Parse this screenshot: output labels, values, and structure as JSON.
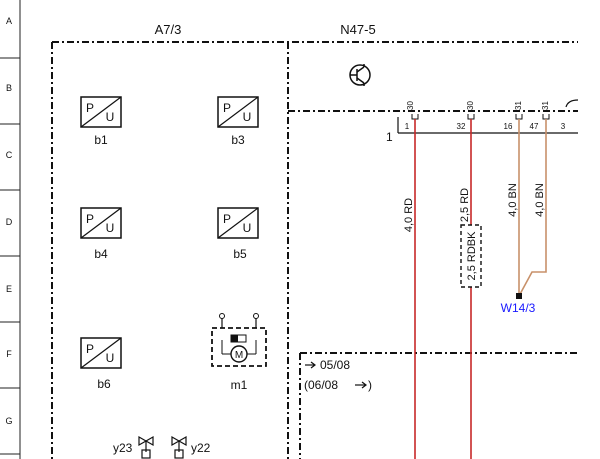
{
  "rows": [
    "A",
    "B",
    "C",
    "D",
    "E",
    "F",
    "G"
  ],
  "modules": {
    "left": "A7/3",
    "right": "N47-5"
  },
  "sensors": [
    {
      "id": "b1",
      "p": "P",
      "u": "U"
    },
    {
      "id": "b3",
      "p": "P",
      "u": "U"
    },
    {
      "id": "b4",
      "p": "P",
      "u": "U"
    },
    {
      "id": "b5",
      "p": "P",
      "u": "U"
    },
    {
      "id": "b6",
      "p": "P",
      "u": "U"
    }
  ],
  "motor": {
    "id": "m1",
    "symbol": "M"
  },
  "valves": {
    "left": "y23",
    "right": "y22"
  },
  "connector": {
    "number": "1",
    "terminals": [
      "30",
      "30",
      "31",
      "31"
    ],
    "pins": [
      "1",
      "32",
      "16",
      "47",
      "3"
    ]
  },
  "wires": [
    {
      "label": "4,0 RD",
      "color": "#c62828"
    },
    {
      "label": "2,5 RD",
      "color": "#c62828"
    },
    {
      "label": "4,0 BN",
      "color": "#c8916a"
    },
    {
      "label": "4,0 BN",
      "color": "#c8916a"
    }
  ],
  "wire_note": "2,5 RDBK",
  "ground": {
    "label": "W14/3",
    "color": "#1a1aff"
  },
  "validity": {
    "from": "05/08",
    "until": "(06/08"
  }
}
